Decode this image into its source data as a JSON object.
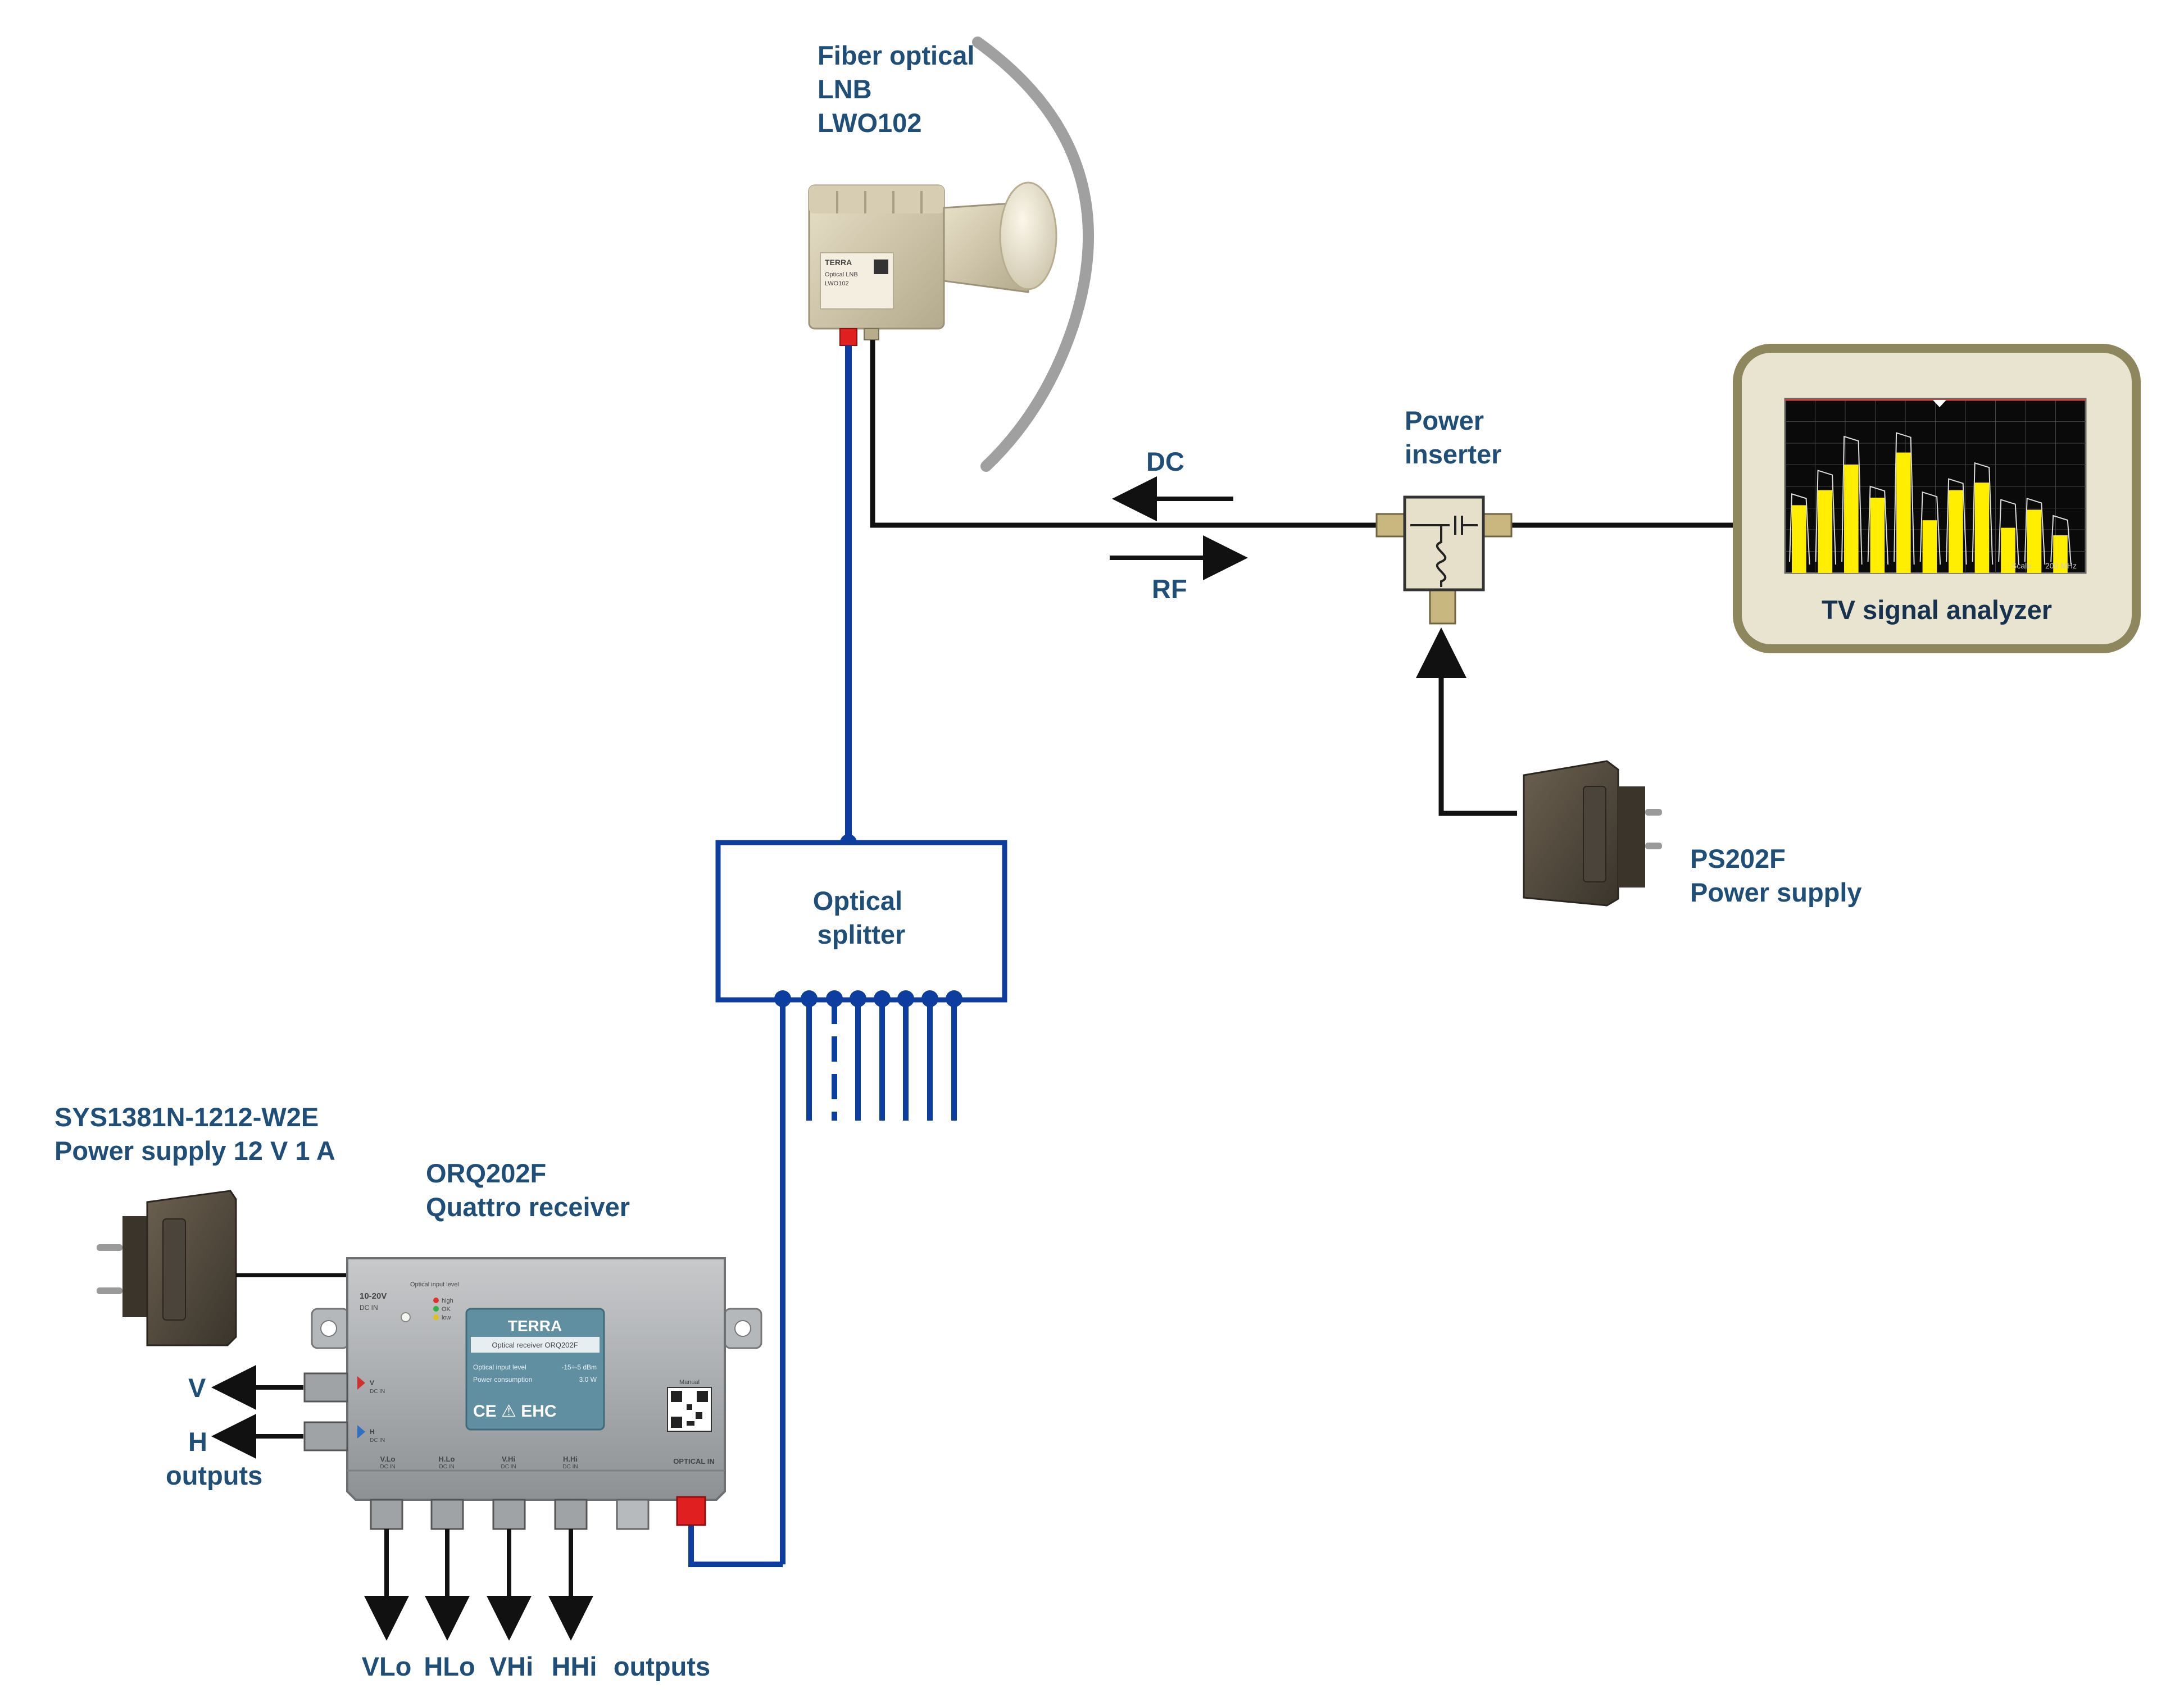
{
  "labels": {
    "lnb": [
      "Fiber optical",
      "LNB",
      "LWO102"
    ],
    "dc": "DC",
    "rf": "RF",
    "power_inserter": [
      "Power",
      "inserter"
    ],
    "analyzer": "TV signal analyzer",
    "ps202f": [
      "PS202F",
      "Power supply"
    ],
    "splitter": [
      "Optical",
      "splitter"
    ],
    "sys_psu": [
      "SYS1381N-1212-W2E",
      "Power supply 12 V  1 A"
    ],
    "receiver": [
      "ORQ202F",
      "Quattro receiver"
    ],
    "side_outputs": {
      "v": "V",
      "h": "H",
      "outputs": "outputs"
    },
    "bottom_outputs": [
      "VLo",
      "HLo",
      "VHi",
      "HHi",
      "outputs"
    ]
  },
  "lnb_device": {
    "brand": "TERRA",
    "lines": [
      "Optical LNB",
      "LWO102"
    ]
  },
  "receiver_device": {
    "brand": "TERRA",
    "subtitle": "Optical receiver ORQ202F",
    "specs": [
      {
        "name": "Optical input level",
        "value": "-15÷-5 dBm"
      },
      {
        "name": "Power consumption",
        "value": "3.0 W"
      }
    ],
    "marks": "CE ⚠ EHC",
    "ports_side": [
      "V",
      "H"
    ],
    "ports_bottom": [
      "V.Lo",
      "H.Lo",
      "V.Hi",
      "H.Hi",
      "OPTICAL IN"
    ],
    "port_caption": "DC IN",
    "supply_label": "10-20V",
    "level_title": "Optical input level",
    "level_states": [
      "high",
      "OK",
      "low"
    ],
    "manual": "Manual"
  },
  "colors": {
    "fiber": "#0e3da0",
    "coax": "#111111",
    "label": "#1f4e79",
    "analyzer_frame": "#8e875e",
    "analyzer_bg": "#e9e4cf",
    "spectrum": "#ffee00"
  },
  "spectrum": {
    "bands": [
      0.45,
      0.55,
      0.72,
      0.5,
      0.8,
      0.35,
      0.55,
      0.6,
      0.3,
      0.42,
      0.25
    ],
    "scale_label": "Scale",
    "span_label": "200 MHz"
  }
}
